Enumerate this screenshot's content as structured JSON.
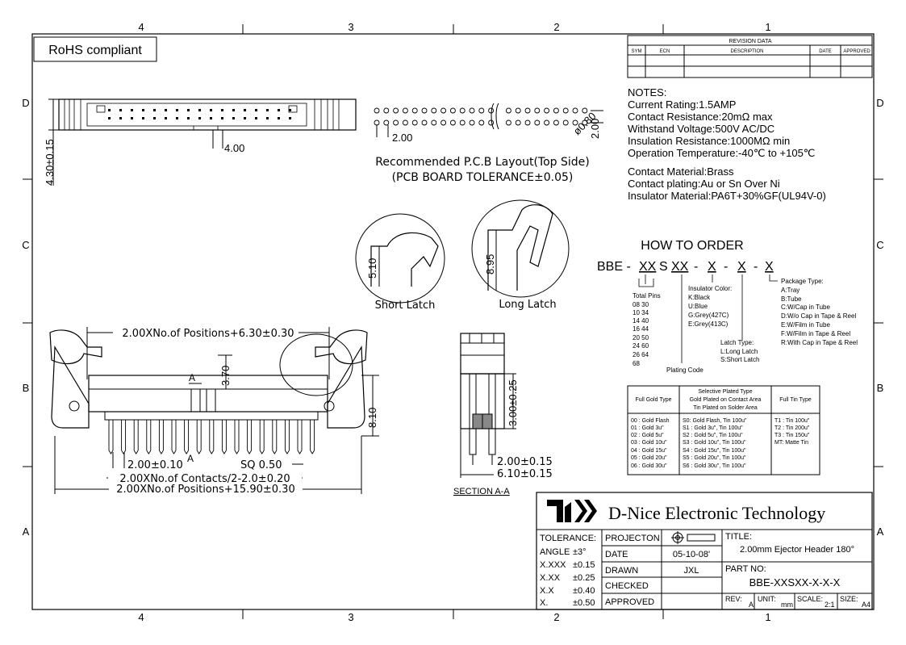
{
  "zone_cols": [
    "4",
    "3",
    "2",
    "1"
  ],
  "zone_rows": [
    "D",
    "C",
    "B",
    "A"
  ],
  "rohs": "RoHS compliant",
  "revision": {
    "title": "REVISION DATA",
    "headers": [
      "SYM",
      "ECN",
      "DESCRIPTION",
      "DATE",
      "APPROVED"
    ]
  },
  "notes": {
    "heading": "NOTES:",
    "lines": [
      "Current Rating:1.5AMP",
      "Contact Resistance:20mΩ  max",
      "Withstand Voltage:500V AC/DC",
      "Insulation Resistance:1000MΩ min",
      "Operation Temperature:-40℃ to +105℃"
    ],
    "material_lines": [
      "Contact Material:Brass",
      "Contact plating:Au or Sn Over Ni",
      "Insulator Material:PA6T+30%GF(UL94V-0)"
    ]
  },
  "top_view": {
    "height_dim": "4.30±0.15",
    "pitch_dim": "4.00"
  },
  "pcb": {
    "pitch": "2.00",
    "hole": "ø0.80",
    "row_pitch": "2.00",
    "caption1": "Recommended P.C.B Layout(Top Side)",
    "caption2": "(PCB BOARD TOLERANCE±0.05)"
  },
  "latch": {
    "short_dim": "5.10",
    "long_dim": "8.95",
    "short_label": "Short Latch",
    "long_label": "Long Latch"
  },
  "front_view": {
    "top_dim": "2.00XNo.of  Positions+6.30±0.30",
    "dim_370": "3.70",
    "dim_810": "8.10",
    "section_a": "A",
    "pitch_tol": "2.00±0.10",
    "sq": "SQ  0.50",
    "contacts": "2.00XNo.of  Contacts/2-2.0±0.20",
    "bottom_dim": "2.00XNo.of  Positions+15.90±0.30"
  },
  "section": {
    "dim_height": "3.00±0.25",
    "dim_pitch": "2.00±0.15",
    "dim_width": "6.10±0.15",
    "label": "SECTION  A-A"
  },
  "order": {
    "heading": "HOW TO ORDER",
    "code": [
      "BBE -",
      "XX",
      "S",
      "XX",
      "-",
      "X",
      "-",
      "X",
      "-",
      "X"
    ],
    "total_pins_title": "Total Pins",
    "total_pins": [
      "08  30",
      "10  34",
      "14  40",
      "16  44",
      "20  50",
      "24  60",
      "26  64",
      "      68"
    ],
    "plating_code": "Plating Code",
    "insulator_title": "Insulator Color:",
    "insulator": [
      "K:Black",
      "U:Blue",
      "G:Grey(427C)",
      "E:Grey(413C)"
    ],
    "latch_title": "Latch Type:",
    "latch": [
      "L:Long Latch",
      "S:Short Latch"
    ],
    "package_title": "Package Type:",
    "package": [
      "A:Tray",
      "B:Tube",
      "C:W/Cap in Tube",
      "D:W/o Cap in Tape & Reel",
      "E:W/Film in Tube",
      "F:W/Film in Tape & Reel",
      "R:With Cap in Tape & Reel"
    ]
  },
  "plating_table": {
    "headers": [
      "Full Gold Type",
      "Selective Plated Type Gold Plated on Contact Area Tin Plated on Solder Area",
      "Full Tin Type"
    ],
    "col1": [
      "00 : Gold Flash",
      "01 : Gold 3u\"",
      "02 : Gold 5u\"",
      "03 : Gold 10u\"",
      "04 : Gold 15u\"",
      "05 : Gold 20u\"",
      "06 : Gold 30u\""
    ],
    "col2": [
      "S0: Gold Flash, Tin 100u\"",
      "S1 : Gold 3u\",  Tin 100u\"",
      "S2 : Gold 5u\",  Tin 100u\"",
      "S3 : Gold 10u\", Tin 100u\"",
      "S4 : Gold 15u\", Tin 100u\"",
      "S5 : Gold 20u\", Tin 100u\"",
      "S6 : Gold 30u\", Tin 100u\""
    ],
    "col3": [
      "T1 : Tin 100u\"",
      "T2 : Tin 200u\"",
      "T3 : Tin 150u\"",
      "MT: Matte Tin"
    ]
  },
  "title_block": {
    "company": "D-Nice Electronic Technology",
    "tolerance": "TOLERANCE:",
    "tol_rows": [
      [
        "ANGLE",
        "±3°"
      ],
      [
        "X.XXX",
        "±0.15"
      ],
      [
        "X.XX",
        "±0.25"
      ],
      [
        "X.X",
        "±0.40"
      ],
      [
        "X.",
        "±0.50"
      ]
    ],
    "projection": "PROJECTON",
    "date_label": "DATE",
    "date": "05-10-08'",
    "drawn_label": "DRAWN",
    "drawn": "JXL",
    "checked": "CHECKED",
    "approved": "APPROVED",
    "title_label": "TITLE:",
    "title": "2.00mm Ejector Header 180°",
    "part_label": "PART  NO:",
    "part": "BBE-XXSXX-X-X-X",
    "rev_label": "REV:",
    "rev": "A",
    "unit_label": "UNIT:",
    "unit": "mm",
    "scale_label": "SCALE:",
    "scale": "2:1",
    "size_label": "SIZE:",
    "size": "A4"
  }
}
